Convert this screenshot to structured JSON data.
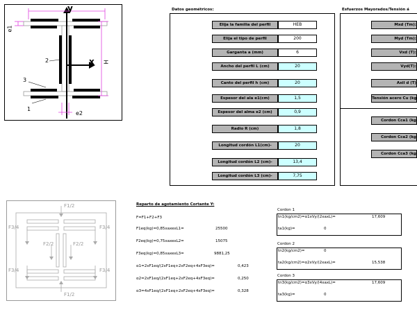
{
  "diagram_top": {
    "labels": {
      "y": "y",
      "x": "x",
      "e1": "e1",
      "h": "H",
      "e2": "e2",
      "n1": "1",
      "n2": "2",
      "n3": "3"
    }
  },
  "geometric": {
    "title": "Datos geométricos:",
    "rows": [
      {
        "label": "Elija la familia del perfil",
        "value": "HEB",
        "bg": "white"
      },
      {
        "label": "Elija el tipo de perfil",
        "value": "200",
        "bg": "white"
      },
      {
        "label": "Garganta a (mm)",
        "value": "6",
        "bg": "white"
      },
      {
        "label": "Ancho del perfil L (cm)",
        "value": "20",
        "bg": "cyan"
      },
      {
        "label": "Canto del perfil h (cm)",
        "value": "20",
        "bg": "cyan"
      },
      {
        "label": "Espesor del ala e1(cm)",
        "value": "1,5",
        "bg": "cyan"
      },
      {
        "label": "Espesor del alma e2 (cm)",
        "value": "0,9",
        "bg": "cyan"
      },
      {
        "label": "Radio R (cm)",
        "value": "1,8",
        "bg": "cyan"
      },
      {
        "label": "Longitud cordón L1(cm)-",
        "value": "20",
        "bg": "cyan"
      },
      {
        "label": "Longitud cordón L2 (cm)-",
        "value": "13,4",
        "bg": "cyan"
      },
      {
        "label": "Longitud cordón L3 (cm)-",
        "value": "7,75",
        "bg": "cyan"
      }
    ]
  },
  "forces": {
    "title": "Esfuerzos Mayorados/Tensión á",
    "rows": [
      "Mxd (Tm):",
      "Myd (Tm):",
      "Vxd (T):",
      "Vyd(T):",
      "Axil d (T)",
      "Tensión acero Cu (kg"
    ],
    "cordon_rows": [
      "Cordon Cca1 (kg",
      "Cordon Cca2 (kg",
      "Cordon Cca3 (kg"
    ]
  },
  "diagram_bottom": {
    "labels": [
      "F1/2",
      "F3/4",
      "F3/4",
      "F2/2",
      "F2/2",
      "F3/4",
      "F3/4",
      "F1/2"
    ]
  },
  "report": {
    "title": "Reparto de agotamiento Cortante Y:",
    "formula": "F=F1+F2+F3",
    "rows": [
      {
        "text": "F1eq(kg)=0,85xaxexL1=",
        "value": "25500"
      },
      {
        "text": "F2eq(kg)=0,75xaxexL2=",
        "value": "15075"
      },
      {
        "text": "F3eq(kg)=0,85xaxexL3=",
        "value": "9881,25"
      },
      {
        "text": "α1=2xF1eq/(2xF1eq+2xF2eq+4xF3eq)=",
        "value": "0,423"
      },
      {
        "text": "α2=2xF1eq/(2xF1eq+2xF2eq+4xF3eq)=",
        "value": "0,250"
      },
      {
        "text": "α3=4xF1eq/(2xF1eq+2xF2eq+4xF3eq)=",
        "value": "0,328"
      }
    ]
  },
  "cordons": [
    {
      "title": "Cordon 1",
      "line1": {
        "text": "tn1(kg/cm2)=α1xVy/(2xaxL)=",
        "value": "17,609"
      },
      "line2": {
        "text": "ta1(kg)=",
        "value": "0"
      }
    },
    {
      "title": "Cordon 2",
      "line1": {
        "text": "tn2(kg/cm2)=",
        "value": "0"
      },
      "line2": {
        "text": "ta2(kg/cm2)=α2xVy/(2xaxL)=",
        "value": "15,538"
      }
    },
    {
      "title": "Cordon 3",
      "line1": {
        "text": "tn3(kg/cm2)=α3xVy/(4xaxL)=",
        "value": "17,609"
      },
      "line2": {
        "text": "ta3(kg)=",
        "value": "0"
      }
    }
  ]
}
